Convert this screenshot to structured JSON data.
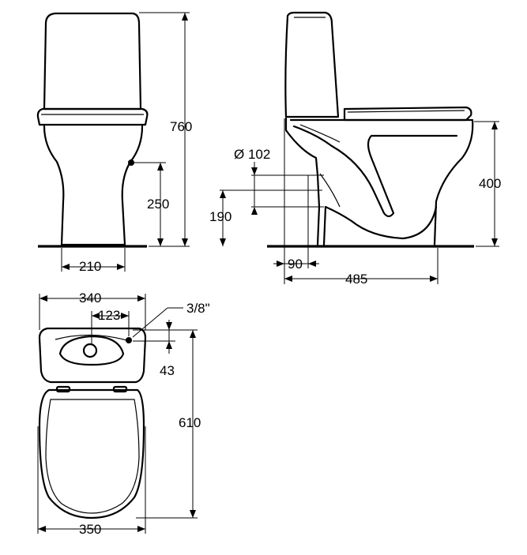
{
  "front_view": {
    "height_total": "760",
    "height_inlet": "250",
    "base_width": "210"
  },
  "side_view": {
    "outlet_diameter": "Ø 102",
    "outlet_height": "190",
    "seat_height": "400",
    "outlet_offset": "90",
    "depth": "485"
  },
  "top_view": {
    "tank_width": "340",
    "hole_spacing": "123",
    "thread_size": "3/8\"",
    "inlet_offset": "43",
    "length": "610",
    "bowl_width": "350"
  }
}
